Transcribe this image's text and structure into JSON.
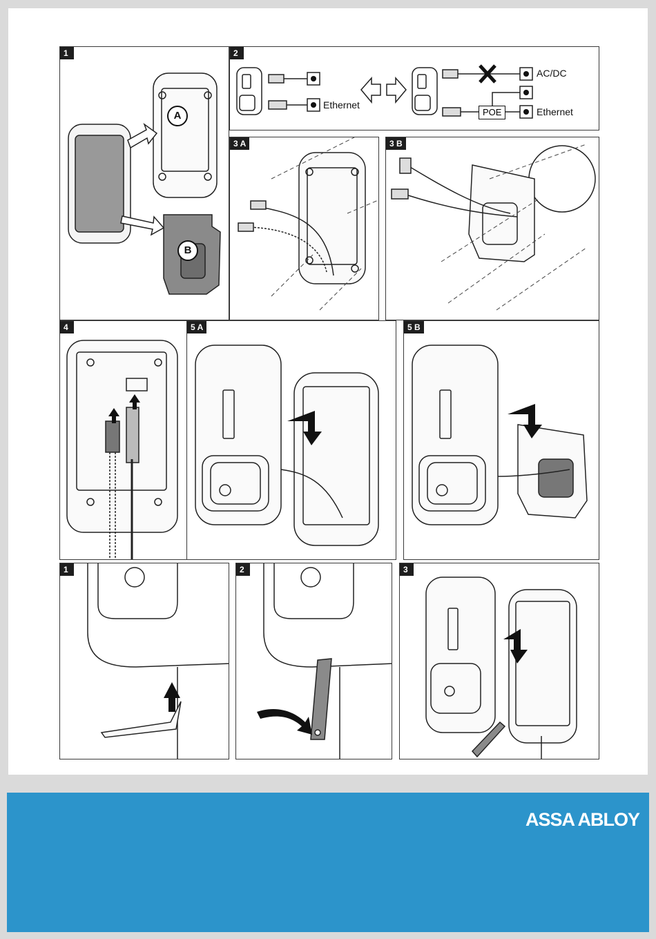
{
  "panels": {
    "p1": {
      "num": "1",
      "label_a": "A",
      "label_b": "B"
    },
    "p2": {
      "num": "2",
      "ac_dc": "AC/DC",
      "ethernet_left": "Ethernet",
      "poe": "POE",
      "ethernet_right": "Ethernet"
    },
    "p3a": {
      "num": "3 A"
    },
    "p3b": {
      "num": "3 B"
    },
    "p4": {
      "num": "4"
    },
    "p5a": {
      "num": "5 A"
    },
    "p5b": {
      "num": "5 B"
    },
    "r1": {
      "num": "1"
    },
    "r2": {
      "num": "2"
    },
    "r3": {
      "num": "3"
    }
  },
  "footer": {
    "brand": "ASSA ABLOY",
    "color": "#2c94cb"
  }
}
